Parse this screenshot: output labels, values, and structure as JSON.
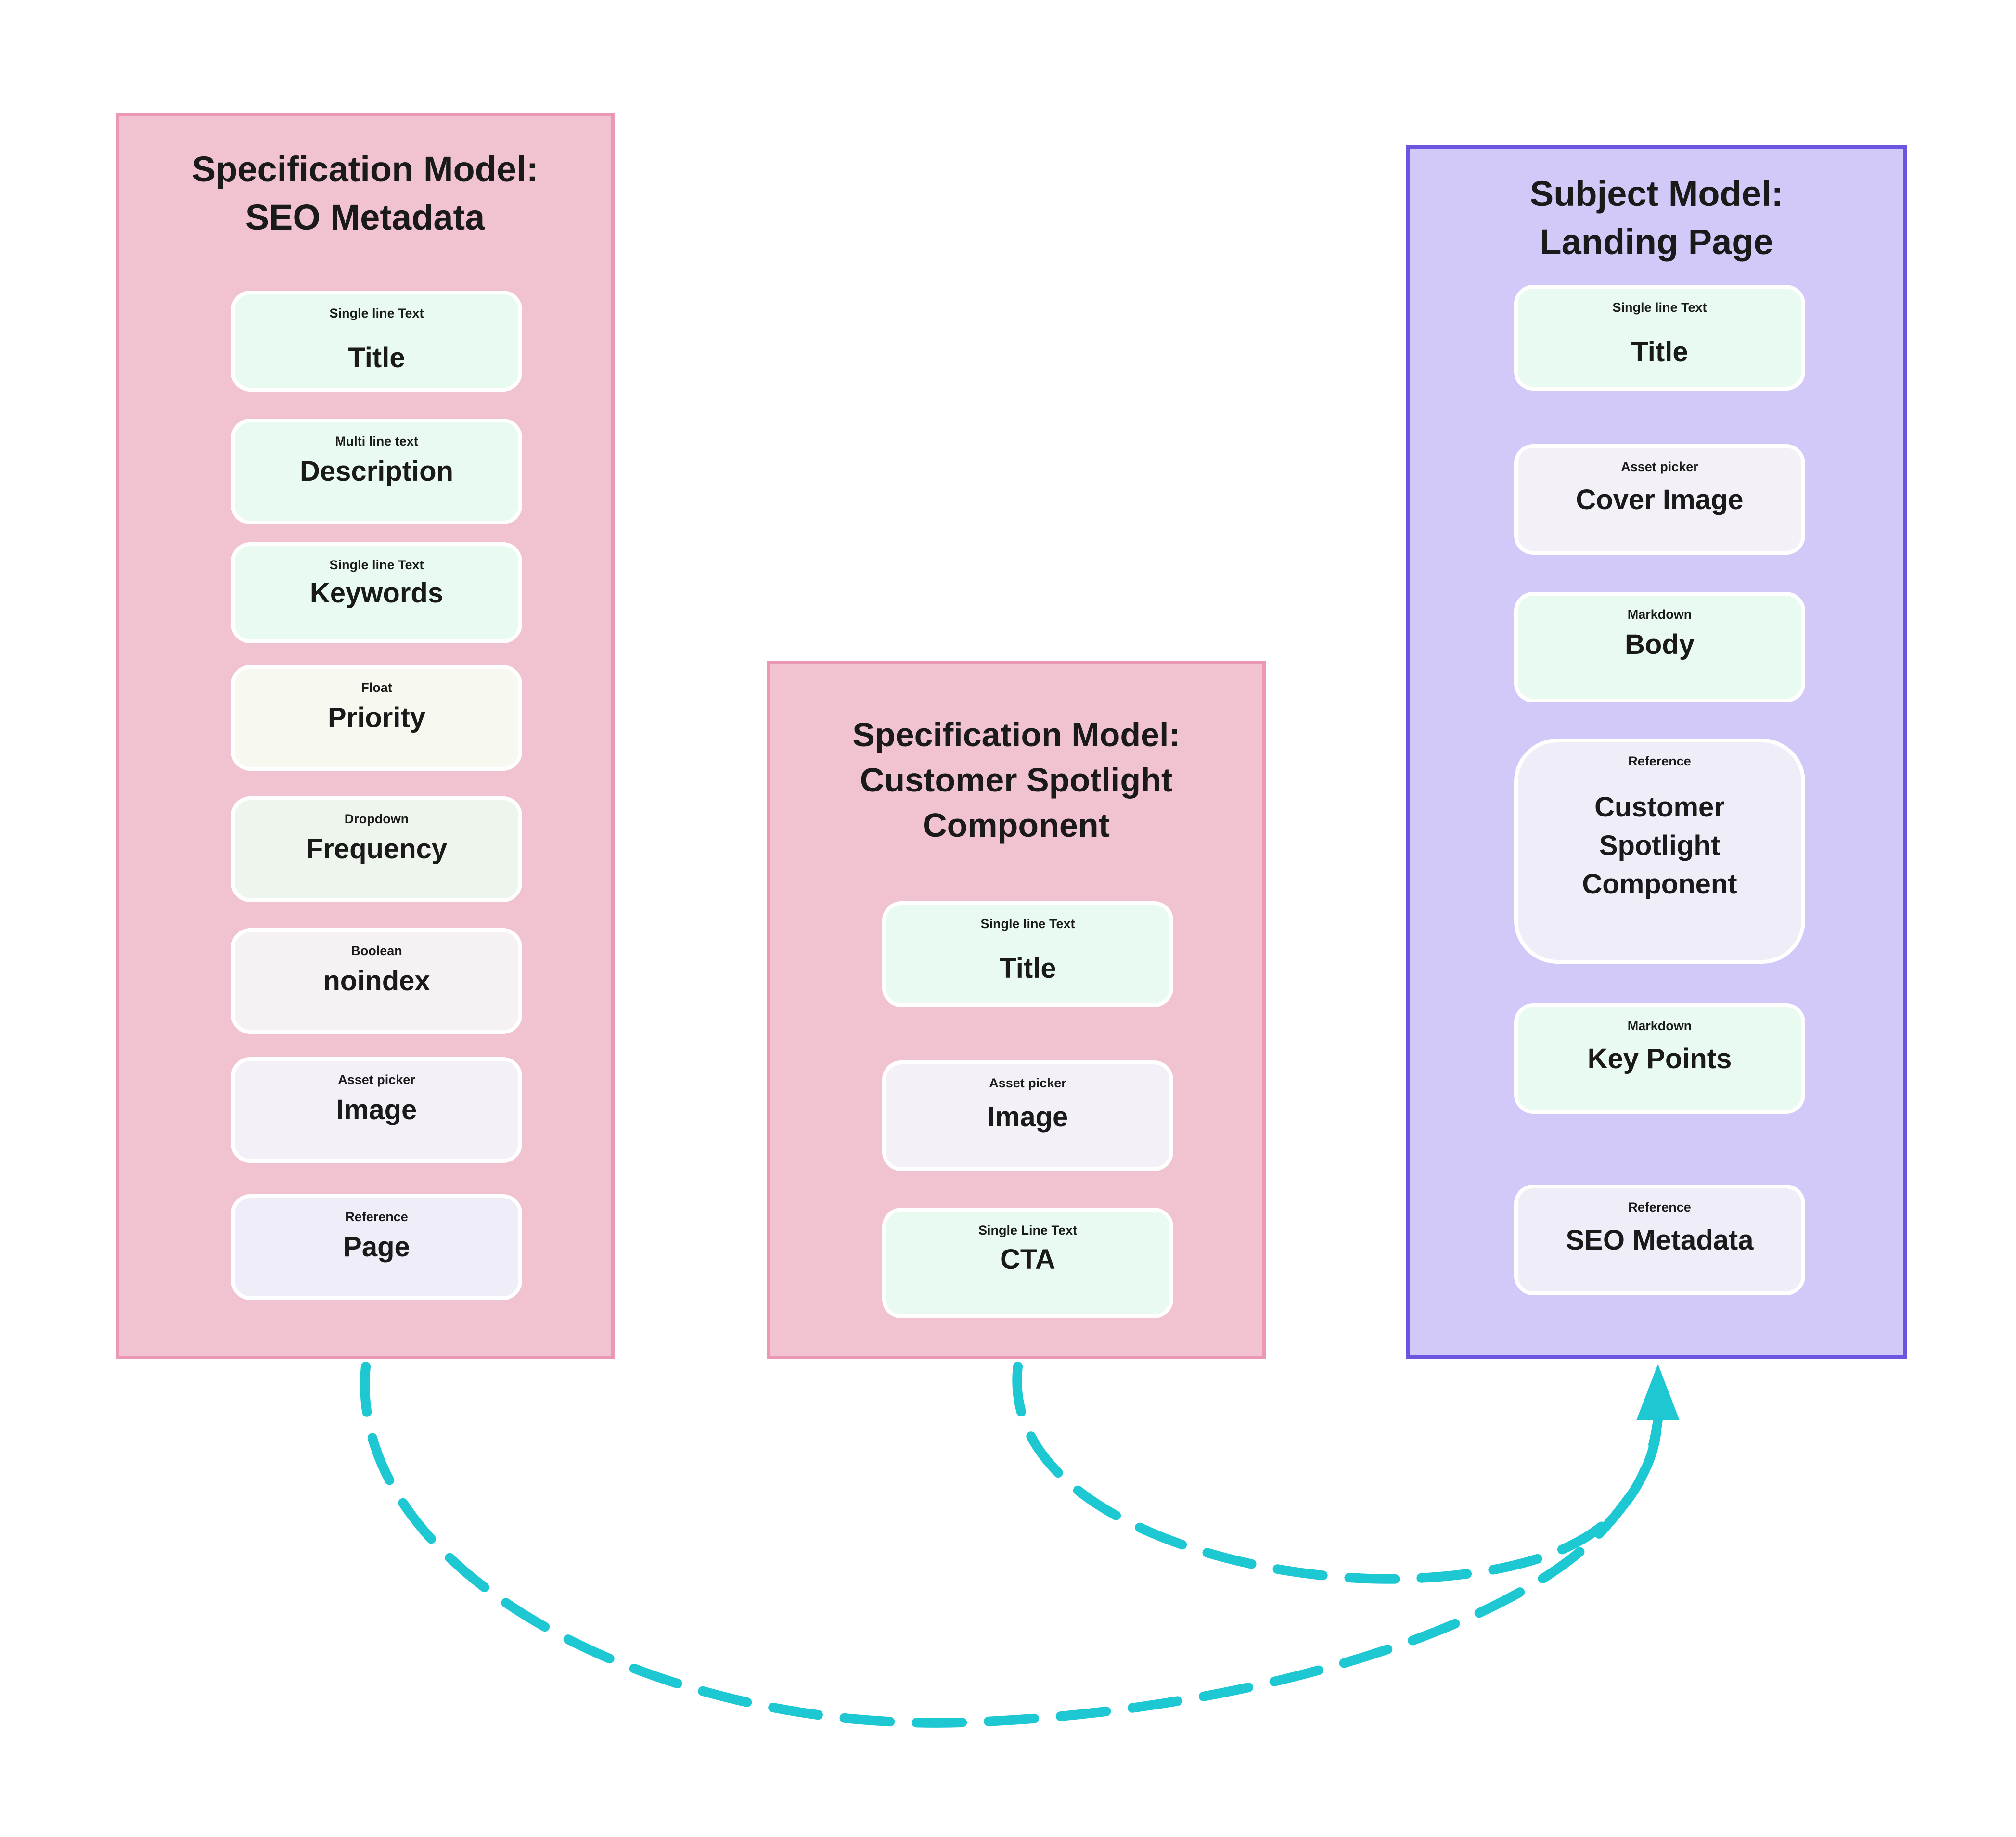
{
  "models": [
    {
      "id": "seo",
      "title": "Specification Model:\nSEO Metadata",
      "fields": [
        {
          "type": "Single line Text",
          "name": "Title"
        },
        {
          "type": "Multi line text",
          "name": "Description"
        },
        {
          "type": "Single line Text",
          "name": "Keywords"
        },
        {
          "type": "Float",
          "name": "Priority"
        },
        {
          "type": "Dropdown",
          "name": "Frequency"
        },
        {
          "type": "Boolean",
          "name": "noindex"
        },
        {
          "type": "Asset picker",
          "name": "Image"
        },
        {
          "type": "Reference",
          "name": "Page"
        }
      ]
    },
    {
      "id": "customer-spotlight",
      "title": "Specification Model:\nCustomer Spotlight\nComponent",
      "fields": [
        {
          "type": "Single line Text",
          "name": "Title"
        },
        {
          "type": "Asset picker",
          "name": "Image"
        },
        {
          "type": "Single Line Text",
          "name": "CTA"
        }
      ]
    },
    {
      "id": "landing-page",
      "title": "Subject Model:\nLanding Page",
      "fields": [
        {
          "type": "Single line Text",
          "name": "Title"
        },
        {
          "type": "Asset picker",
          "name": "Cover Image"
        },
        {
          "type": "Markdown",
          "name": "Body"
        },
        {
          "type": "Reference",
          "name": "Customer\nSpotlight\nComponent"
        },
        {
          "type": "Markdown",
          "name": "Key Points"
        },
        {
          "type": "Reference",
          "name": "SEO Metadata"
        }
      ]
    }
  ],
  "colors": {
    "spec_fill": "#f1c2cf",
    "spec_border": "#ec97b3",
    "subject_fill": "#d2c9f8",
    "subject_border": "#6a54e0",
    "connector": "#1ec8d2"
  }
}
